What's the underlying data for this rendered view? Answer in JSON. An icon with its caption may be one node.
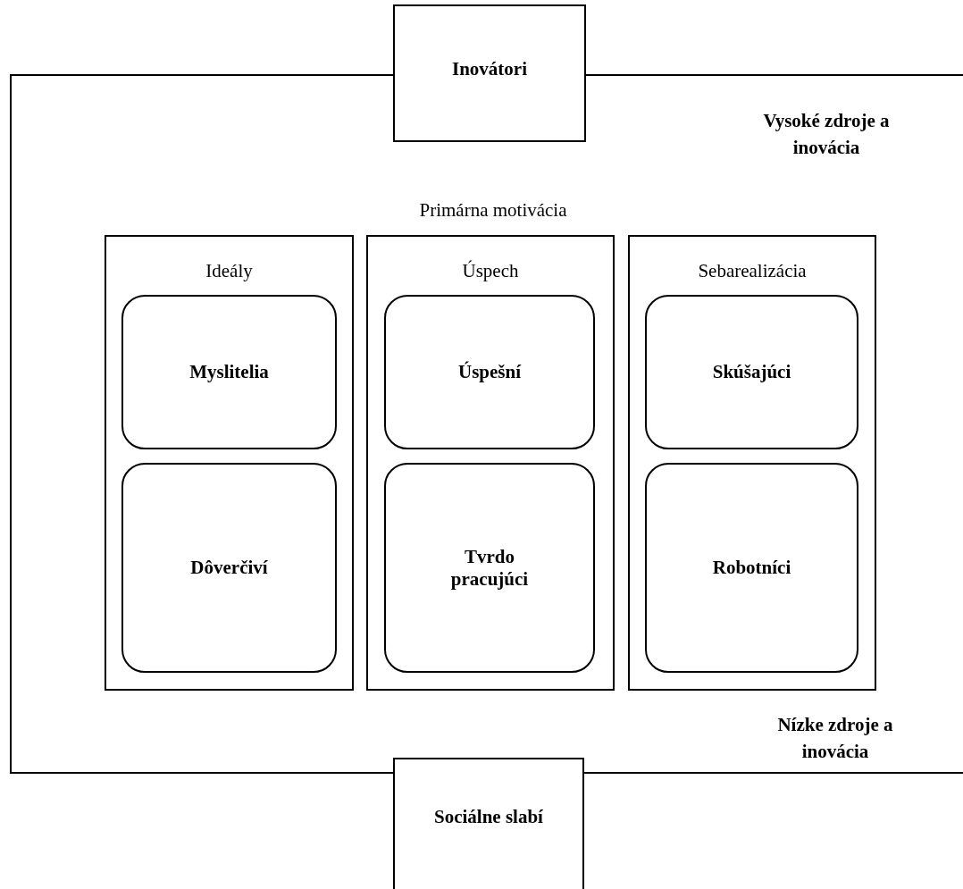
{
  "diagram": {
    "nodes": [
      {
        "text": [
          "Inovátori"
        ]
      },
      {
        "text": [
          "Ideály"
        ]
      },
      {
        "text": [
          "Myslitelia"
        ],
        "in": 1
      },
      {
        "text": [
          "Dôverčiví"
        ],
        "in": 1
      },
      {
        "text": [
          "Úspech"
        ]
      },
      {
        "text": [
          "Úspešní"
        ],
        "in": 4
      },
      {
        "text": [
          "Tvrdo pracujúci"
        ],
        "in": 4
      },
      {
        "text": [
          "Sebarealizácia"
        ]
      },
      {
        "text": [
          "Skúšajúci"
        ],
        "in": 7
      },
      {
        "text": [
          "Robotníci"
        ],
        "in": 7
      },
      {
        "text": [
          "Sociálne slabí"
        ]
      }
    ],
    "edges": [
      {
        "from": 0,
        "to": 10,
        "arrow": "none"
      },
      {
        "from": 0,
        "to": null,
        "arrow": "none"
      },
      {
        "from": 10,
        "to": null,
        "arrow": "none"
      }
    ],
    "labels": [
      "Primárna motivácia",
      "Vysoké zdroje a inovácia",
      "Nízke zdroje a inovácia"
    ]
  }
}
